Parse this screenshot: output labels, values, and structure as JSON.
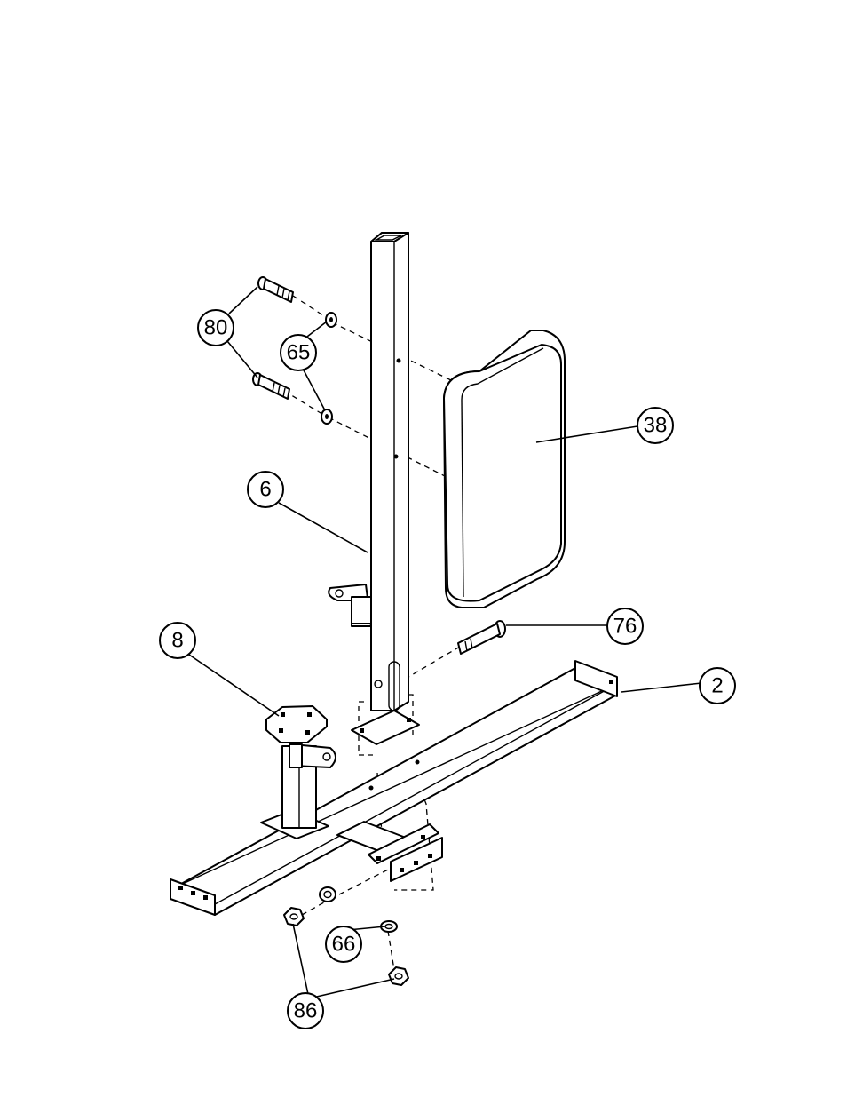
{
  "callouts": [
    {
      "id": "part-80",
      "label": "80"
    },
    {
      "id": "part-65",
      "label": "65"
    },
    {
      "id": "part-38",
      "label": "38"
    },
    {
      "id": "part-6",
      "label": "6"
    },
    {
      "id": "part-76",
      "label": "76"
    },
    {
      "id": "part-8",
      "label": "8"
    },
    {
      "id": "part-2",
      "label": "2"
    },
    {
      "id": "part-66",
      "label": "66"
    },
    {
      "id": "part-86",
      "label": "86"
    }
  ],
  "colors": {
    "line": "#000000",
    "background": "#ffffff"
  }
}
